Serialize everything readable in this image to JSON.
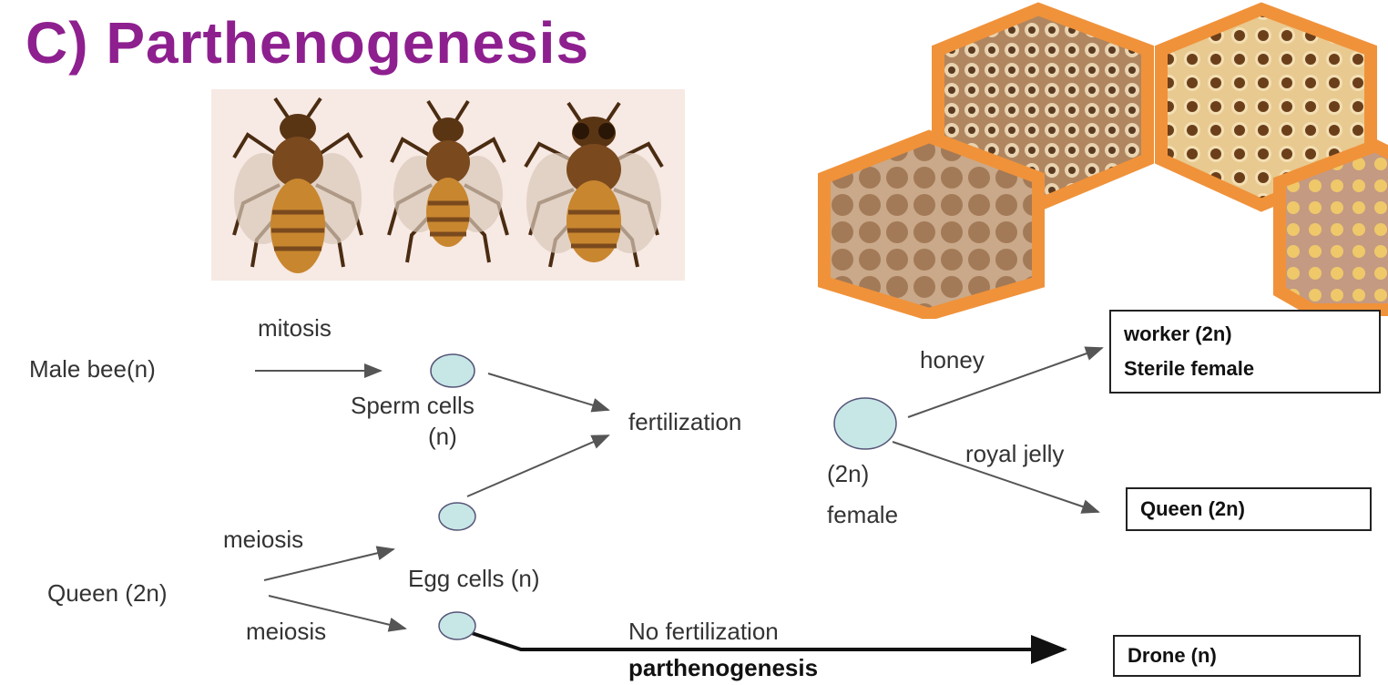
{
  "title": "C) Parthenogenesis",
  "images": {
    "bees": "illustration-three-bees",
    "hive": "honeycomb-hexagon-photos"
  },
  "colors": {
    "title": "#8e1f8f",
    "cell": "#c7e6e6",
    "hex_border": "#f0923a"
  },
  "diagram": {
    "male_bee": "Male bee(n)",
    "mitosis": "mitosis",
    "sperm_cells_1": "Sperm cells",
    "sperm_cells_2": "(n)",
    "fertilization": "fertilization",
    "zygote_ploidy": "(2n)",
    "zygote_sex": "female",
    "honey": "honey",
    "royal_jelly": "royal jelly",
    "worker_1": "worker (2n)",
    "worker_2": "Sterile female",
    "queen_out": "Queen (2n)",
    "queen_in": "Queen (2n)",
    "meiosis_top": "meiosis",
    "meiosis_bottom": "meiosis",
    "egg_cells": "Egg cells (n)",
    "no_fertilization": "No  fertilization",
    "parthenogenesis": "parthenogenesis",
    "drone": "Drone (n)"
  }
}
